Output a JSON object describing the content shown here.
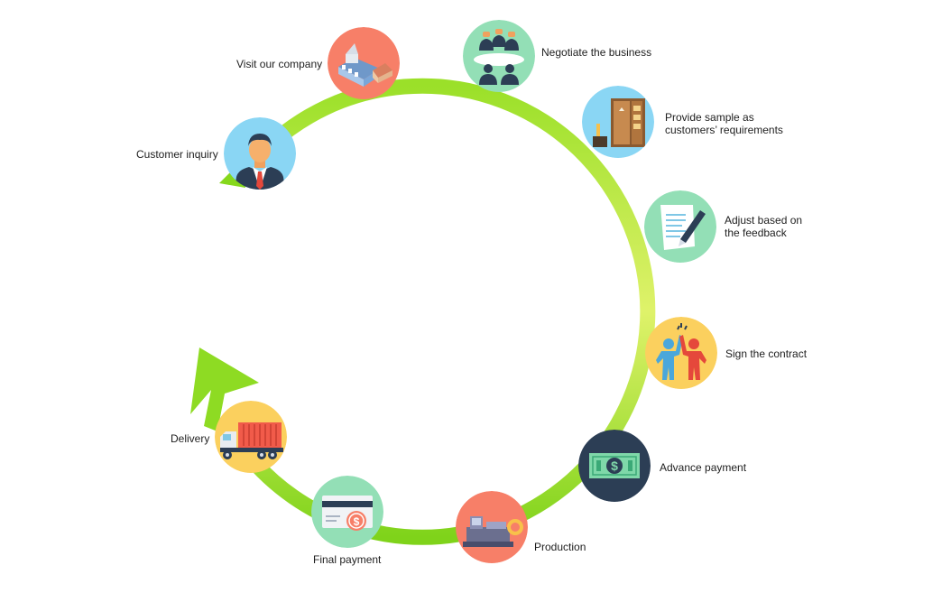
{
  "colors": {
    "arrow_light": "#dff26a",
    "arrow_dark": "#86d81c",
    "blue": "#8ad6f4",
    "salmon": "#f77f68",
    "mint": "#93dfb6",
    "yellow": "#fbd05e",
    "navy": "#2c3e55"
  },
  "steps": [
    {
      "icon": "businessman-icon",
      "label_lines": [
        "Customer inquiry"
      ]
    },
    {
      "icon": "factory-icon",
      "label_lines": [
        "Visit our company"
      ]
    },
    {
      "icon": "meeting-icon",
      "label_lines": [
        "Negotiate the business"
      ]
    },
    {
      "icon": "wardrobe-icon",
      "label_lines": [
        "Provide sample as",
        "customers’ requirements"
      ]
    },
    {
      "icon": "document-pen-icon",
      "label_lines": [
        "Adjust based on",
        "the feedback"
      ]
    },
    {
      "icon": "high-five-icon",
      "label_lines": [
        "Sign the contract"
      ]
    },
    {
      "icon": "dollar-bill-icon",
      "label_lines": [
        "Advance payment"
      ]
    },
    {
      "icon": "machine-icon",
      "label_lines": [
        "Production"
      ]
    },
    {
      "icon": "credit-card-icon",
      "label_lines": [
        "Final payment"
      ]
    },
    {
      "icon": "container-truck-icon",
      "label_lines": [
        "Delivery"
      ]
    }
  ]
}
